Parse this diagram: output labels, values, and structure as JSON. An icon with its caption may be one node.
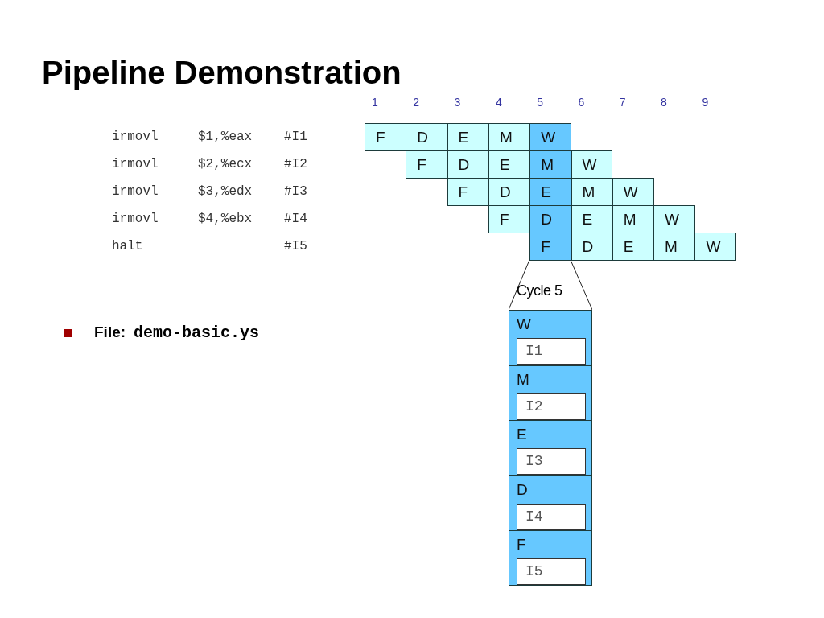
{
  "diagram": {
    "title": "Pipeline Demonstration",
    "nodes": [
      {
        "text": [
          "F"
        ]
      },
      {
        "text": [
          "D"
        ]
      },
      {
        "text": [
          "E"
        ]
      },
      {
        "text": [
          "M"
        ]
      },
      {
        "text": [
          "W"
        ]
      },
      {
        "text": [
          "F"
        ]
      },
      {
        "text": [
          "D"
        ]
      },
      {
        "text": [
          "E"
        ]
      },
      {
        "text": [
          "M"
        ]
      },
      {
        "text": [
          "W"
        ]
      },
      {
        "text": [
          "F"
        ]
      },
      {
        "text": [
          "D"
        ]
      },
      {
        "text": [
          "E"
        ]
      },
      {
        "text": [
          "M"
        ]
      },
      {
        "text": [
          "W"
        ]
      },
      {
        "text": [
          "F"
        ]
      },
      {
        "text": [
          "D"
        ]
      },
      {
        "text": [
          "E"
        ]
      },
      {
        "text": [
          "M"
        ]
      },
      {
        "text": [
          "W"
        ]
      },
      {
        "text": [
          "F"
        ]
      },
      {
        "text": [
          "D"
        ]
      },
      {
        "text": [
          "E"
        ]
      },
      {
        "text": [
          "M"
        ]
      },
      {
        "text": [
          "W"
        ]
      },
      {
        "text": [
          "Cycle 5"
        ]
      },
      {
        "text": [
          "W"
        ]
      },
      {
        "text": [
          "I1"
        ],
        "in": 26
      },
      {
        "text": [
          "M"
        ]
      },
      {
        "text": [
          "I2"
        ],
        "in": 28
      },
      {
        "text": [
          "E"
        ]
      },
      {
        "text": [
          "I3"
        ],
        "in": 30
      },
      {
        "text": [
          "D"
        ]
      },
      {
        "text": [
          "I4"
        ],
        "in": 32
      },
      {
        "text": [
          "F"
        ]
      },
      {
        "text": [
          "I5"
        ],
        "in": 34
      }
    ],
    "labels": [
      "1",
      "2",
      "3",
      "4",
      "5",
      "6",
      "7",
      "8",
      "9",
      "irmovl",
      "$1,%eax",
      "#I1",
      "irmovl",
      "$2,%ecx",
      "#I2",
      "irmovl",
      "$3,%edx",
      "#I3",
      "irmovl",
      "$4,%ebx",
      "#I4",
      "halt",
      "#I5",
      "File:",
      "demo-basic.ys"
    ]
  }
}
